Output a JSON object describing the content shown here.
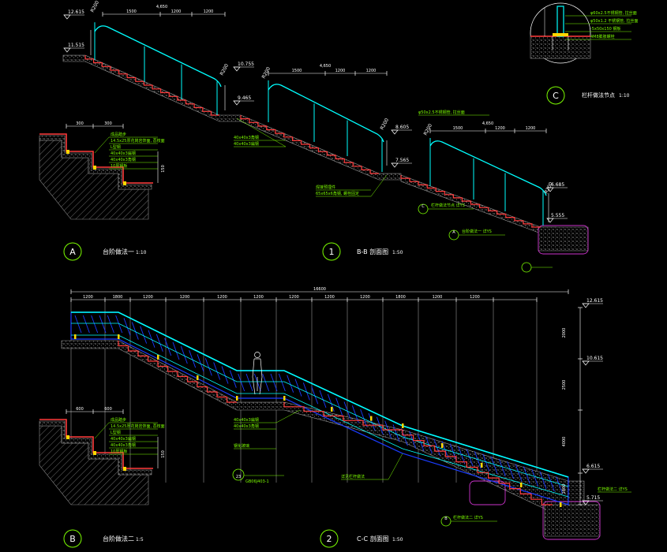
{
  "colors": {
    "background": "#000000",
    "dimension": "#ffffff",
    "concrete": "#7a7a7a",
    "stairs": "#ff3b3b",
    "handrail": "#00ffff",
    "glass": "#1a3cff",
    "annotation": "#7CFC00",
    "callout": "#cc33cc",
    "post": "#ffd800"
  },
  "views": {
    "section_1": {
      "number": "1",
      "title": "B-B 剖面图",
      "scale": "1:50",
      "levels": [
        "12.615",
        "11.515",
        "10.755",
        "9.465",
        "8.605",
        "7.565",
        "6.685",
        "5.555"
      ],
      "dims_top": [
        "4,650",
        "1500",
        "1200",
        "1200",
        "4,650",
        "1500",
        "1200",
        "1200",
        "4,650",
        "1500",
        "1200",
        "1200"
      ],
      "radius_labels": [
        "R200",
        "R200",
        "R200",
        "R200",
        "R200"
      ],
      "notes": [
        "40x40x3角钢",
        "40x40x3扁钢",
        "φ50x2.5不锈钢管, 拉丝面",
        "焊接预埋件",
        "65x65x6角钢, 螺栓固定",
        "栏杆做法一 详YS"
      ]
    },
    "detail_A": {
      "letter": "A",
      "title": "台阶做法一",
      "scale": "1:10",
      "dims": [
        "300",
        "150"
      ],
      "notes": [
        "成品踏步",
        "14.5x25厚花岗岩饰面, 荔枝面",
        "L型钢",
        "40x40x3扁钢",
        "40x40x3角钢",
        "10厚钢板"
      ]
    },
    "detail_C": {
      "letter": "C",
      "title": "栏杆做法节点",
      "scale": "1:10",
      "notes": [
        "φ60x2.5不锈钢管, 拉丝面",
        "φ50x1.2 不锈钢管, 拉丝面",
        "-5x50x150 钢板",
        "4M8膨胀螺栓"
      ]
    },
    "section_2": {
      "number": "2",
      "title": "C-C 剖面图",
      "scale": "1:50",
      "total": "16600",
      "dims_top": [
        "1200",
        "1800",
        "1200",
        "1200",
        "1200",
        "1200",
        "1200",
        "1200",
        "1200",
        "1800",
        "1200",
        "1200"
      ],
      "levels": [
        "12.615",
        "10.615",
        "6.615",
        "5.715"
      ],
      "vertical_dims": [
        "2000",
        "2500",
        "4000",
        "1800"
      ],
      "notes": [
        "40x40x3扁钢",
        "40x40x3角钢",
        "钢化玻璃",
        "详见栏杆做法",
        "GB06J403-1"
      ],
      "callout": "栏杆做法二 详YS"
    },
    "detail_B": {
      "letter": "B",
      "title": "台阶做法二",
      "scale": "1:5",
      "dims": [
        "600",
        "150"
      ],
      "notes": [
        "成品踏步",
        "14.5x25厚花岗岩饰面, 荔枝面",
        "L型钢",
        "40x40x3扁钢",
        "40x40x3角钢",
        "10厚钢板"
      ]
    }
  }
}
